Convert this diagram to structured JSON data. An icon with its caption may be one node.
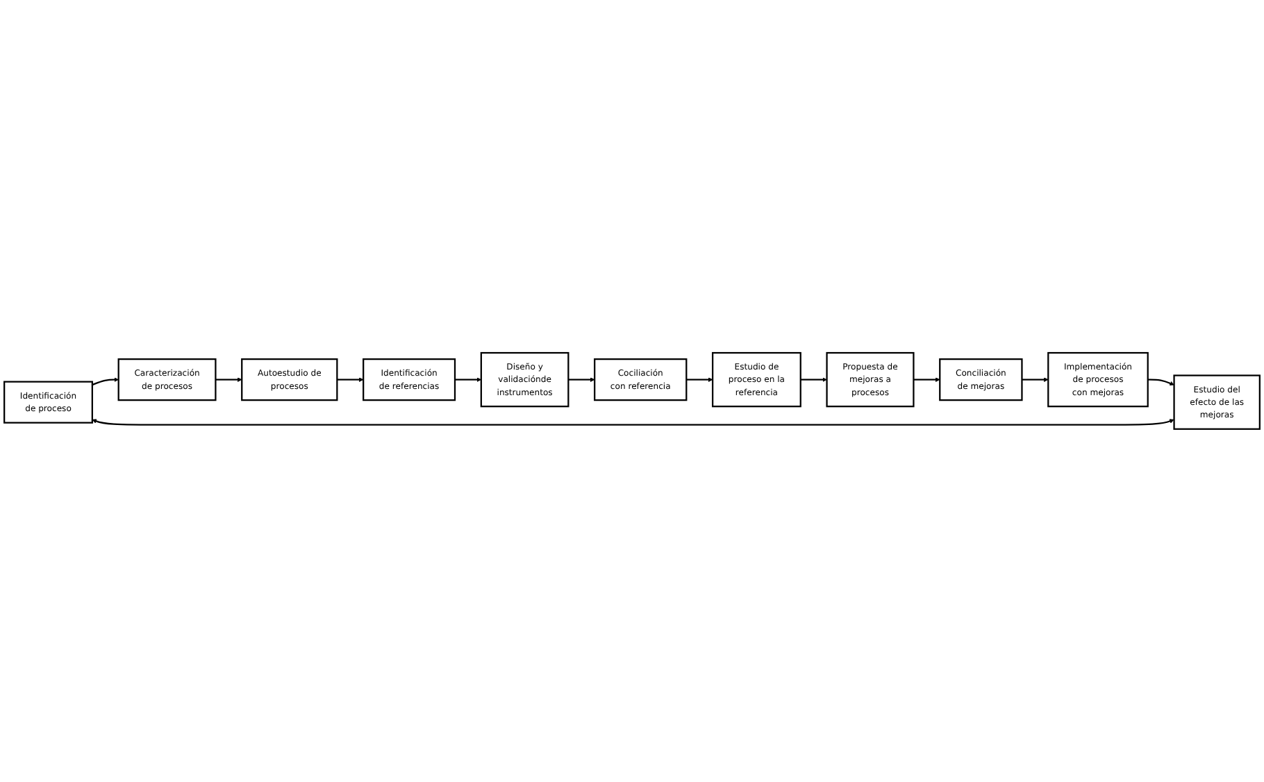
{
  "diagram": {
    "nodes": [
      {
        "text": [
          "Identificación de proceso"
        ]
      },
      {
        "text": [
          "Caracterización de procesos"
        ]
      },
      {
        "text": [
          "Autoestudio de procesos"
        ]
      },
      {
        "text": [
          "Identificación de referencias"
        ]
      },
      {
        "text": [
          "Diseño y validaciónde instrumentos"
        ]
      },
      {
        "text": [
          "Cociliación con referencia"
        ]
      },
      {
        "text": [
          "Estudio de proceso en la referencia"
        ]
      },
      {
        "text": [
          "Propuesta de mejoras a procesos"
        ]
      },
      {
        "text": [
          "Conciliación de mejoras"
        ]
      },
      {
        "text": [
          "Implementación de procesos con mejoras"
        ]
      },
      {
        "text": [
          "Estudio del efecto de las mejoras"
        ]
      }
    ],
    "edges": [
      {
        "from": 0,
        "to": 1,
        "arrow": "to"
      },
      {
        "from": 1,
        "to": 2,
        "arrow": "to"
      },
      {
        "from": 2,
        "to": 3,
        "arrow": "to"
      },
      {
        "from": 3,
        "to": 4,
        "arrow": "to"
      },
      {
        "from": 4,
        "to": 5,
        "arrow": "to"
      },
      {
        "from": 5,
        "to": 6,
        "arrow": "to"
      },
      {
        "from": 6,
        "to": 7,
        "arrow": "to"
      },
      {
        "from": 7,
        "to": 8,
        "arrow": "to"
      },
      {
        "from": 8,
        "to": 9,
        "arrow": "to"
      },
      {
        "from": 9,
        "to": 10,
        "arrow": "to"
      },
      {
        "from": 10,
        "to": 0,
        "arrow": "both"
      }
    ]
  }
}
